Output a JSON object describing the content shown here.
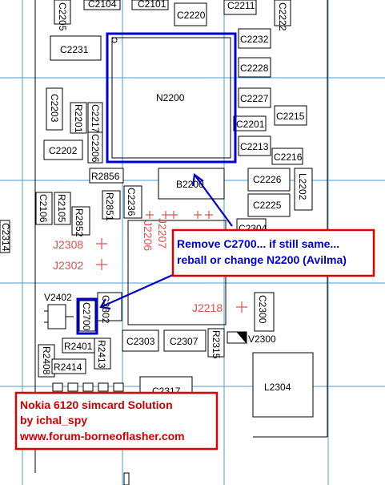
{
  "components": {
    "c2104": "C2104",
    "c2101": "C2101",
    "c2205": "C2205",
    "c2220": "C2220",
    "c2211": "C2211",
    "c2222": "C2222",
    "c2231": "C2231",
    "n2200": "N2200",
    "c2232": "C2232",
    "c2228": "C2228",
    "c2227": "C2227",
    "c2215": "C2215",
    "c2201": "C2201",
    "c2213": "C2213",
    "c2216": "C2216",
    "c2203": "C2203",
    "r2201": "R2201",
    "c2217": "C2217",
    "c2206": "C2206",
    "c2202": "C2202",
    "r2856": "R2856",
    "b2200": "B2200",
    "c2226": "C2226",
    "l2202": "L2202",
    "c2225": "C2225",
    "c2106": "C2106",
    "r2105": "R2105",
    "r2851": "R2851",
    "c2236": "C2236",
    "r2852": "R2852",
    "c2304": "C2304",
    "j2207": "J2207",
    "j2206": "J2206",
    "j2308": "J2308",
    "j2302": "J2302",
    "c2314": "C2314",
    "v2402": "V2402",
    "c2700": "C2700",
    "c2302": "C2302",
    "j2218": "J2218",
    "c2300": "C2300",
    "c2303": "C2303",
    "c2307": "C2307",
    "r2315": "R2315",
    "v2300": "V2300",
    "r2401": "R2401",
    "r2413": "R2413",
    "r2408": "R2408",
    "r2414": "R2414",
    "c2317": "C2317",
    "l2304": "L2304"
  },
  "annotations": {
    "note": {
      "line1": "Remove C2700... if still same...",
      "line2": "reball or change N2200 (Avilma)"
    },
    "credit": {
      "line1": "Nokia 6120 simcard Solution",
      "line2": "by ichal_spy",
      "line3": "www.forum-borneoflasher.com"
    }
  },
  "colors": {
    "background": "#ffffff",
    "grid": "#4f9bd0",
    "outline": "#000000",
    "silkscreen_red": "#e05050",
    "highlight_blue": "#0000cc",
    "note_border": "#dd0000",
    "note_text": "#0000cc",
    "credit_text": "#cc0000"
  }
}
